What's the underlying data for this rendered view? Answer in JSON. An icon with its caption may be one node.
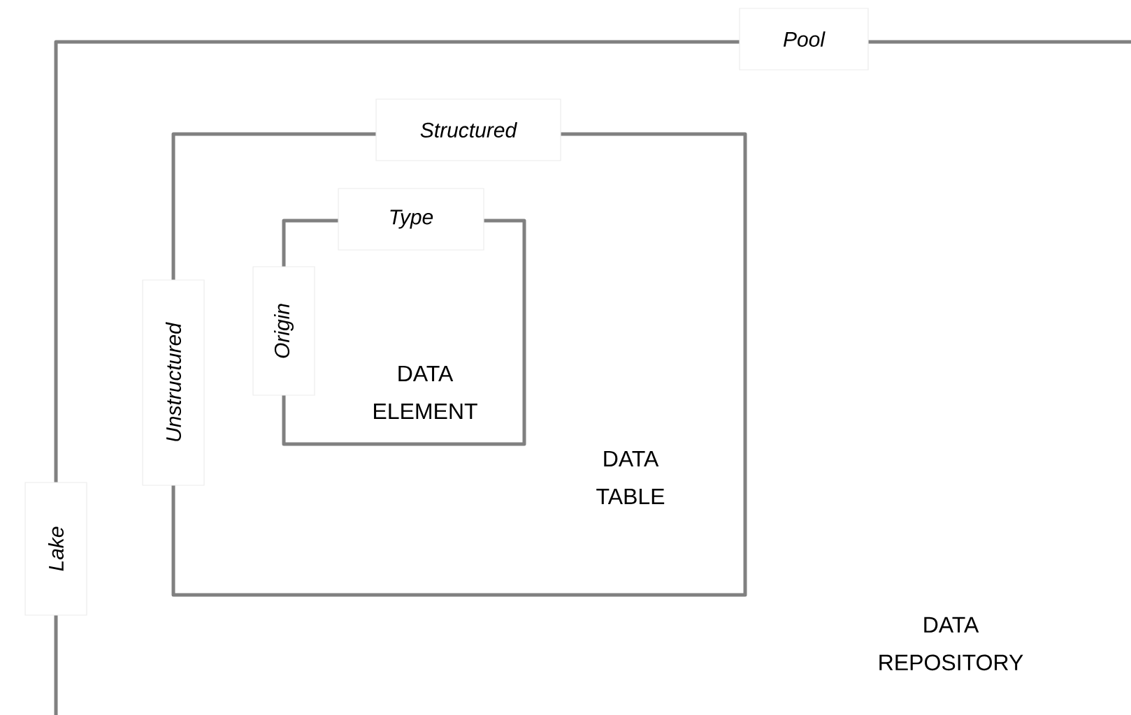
{
  "diagram": {
    "nodes": [
      {
        "text": [
          "Pool",
          "Lake",
          "DATA REPOSITORY"
        ]
      },
      {
        "text": [
          "Structured",
          "Unstructured",
          "DATA TABLE"
        ],
        "in": 0
      },
      {
        "text": [
          "Type",
          "Origin",
          "DATA ELEMENT"
        ],
        "in": 1
      }
    ]
  }
}
